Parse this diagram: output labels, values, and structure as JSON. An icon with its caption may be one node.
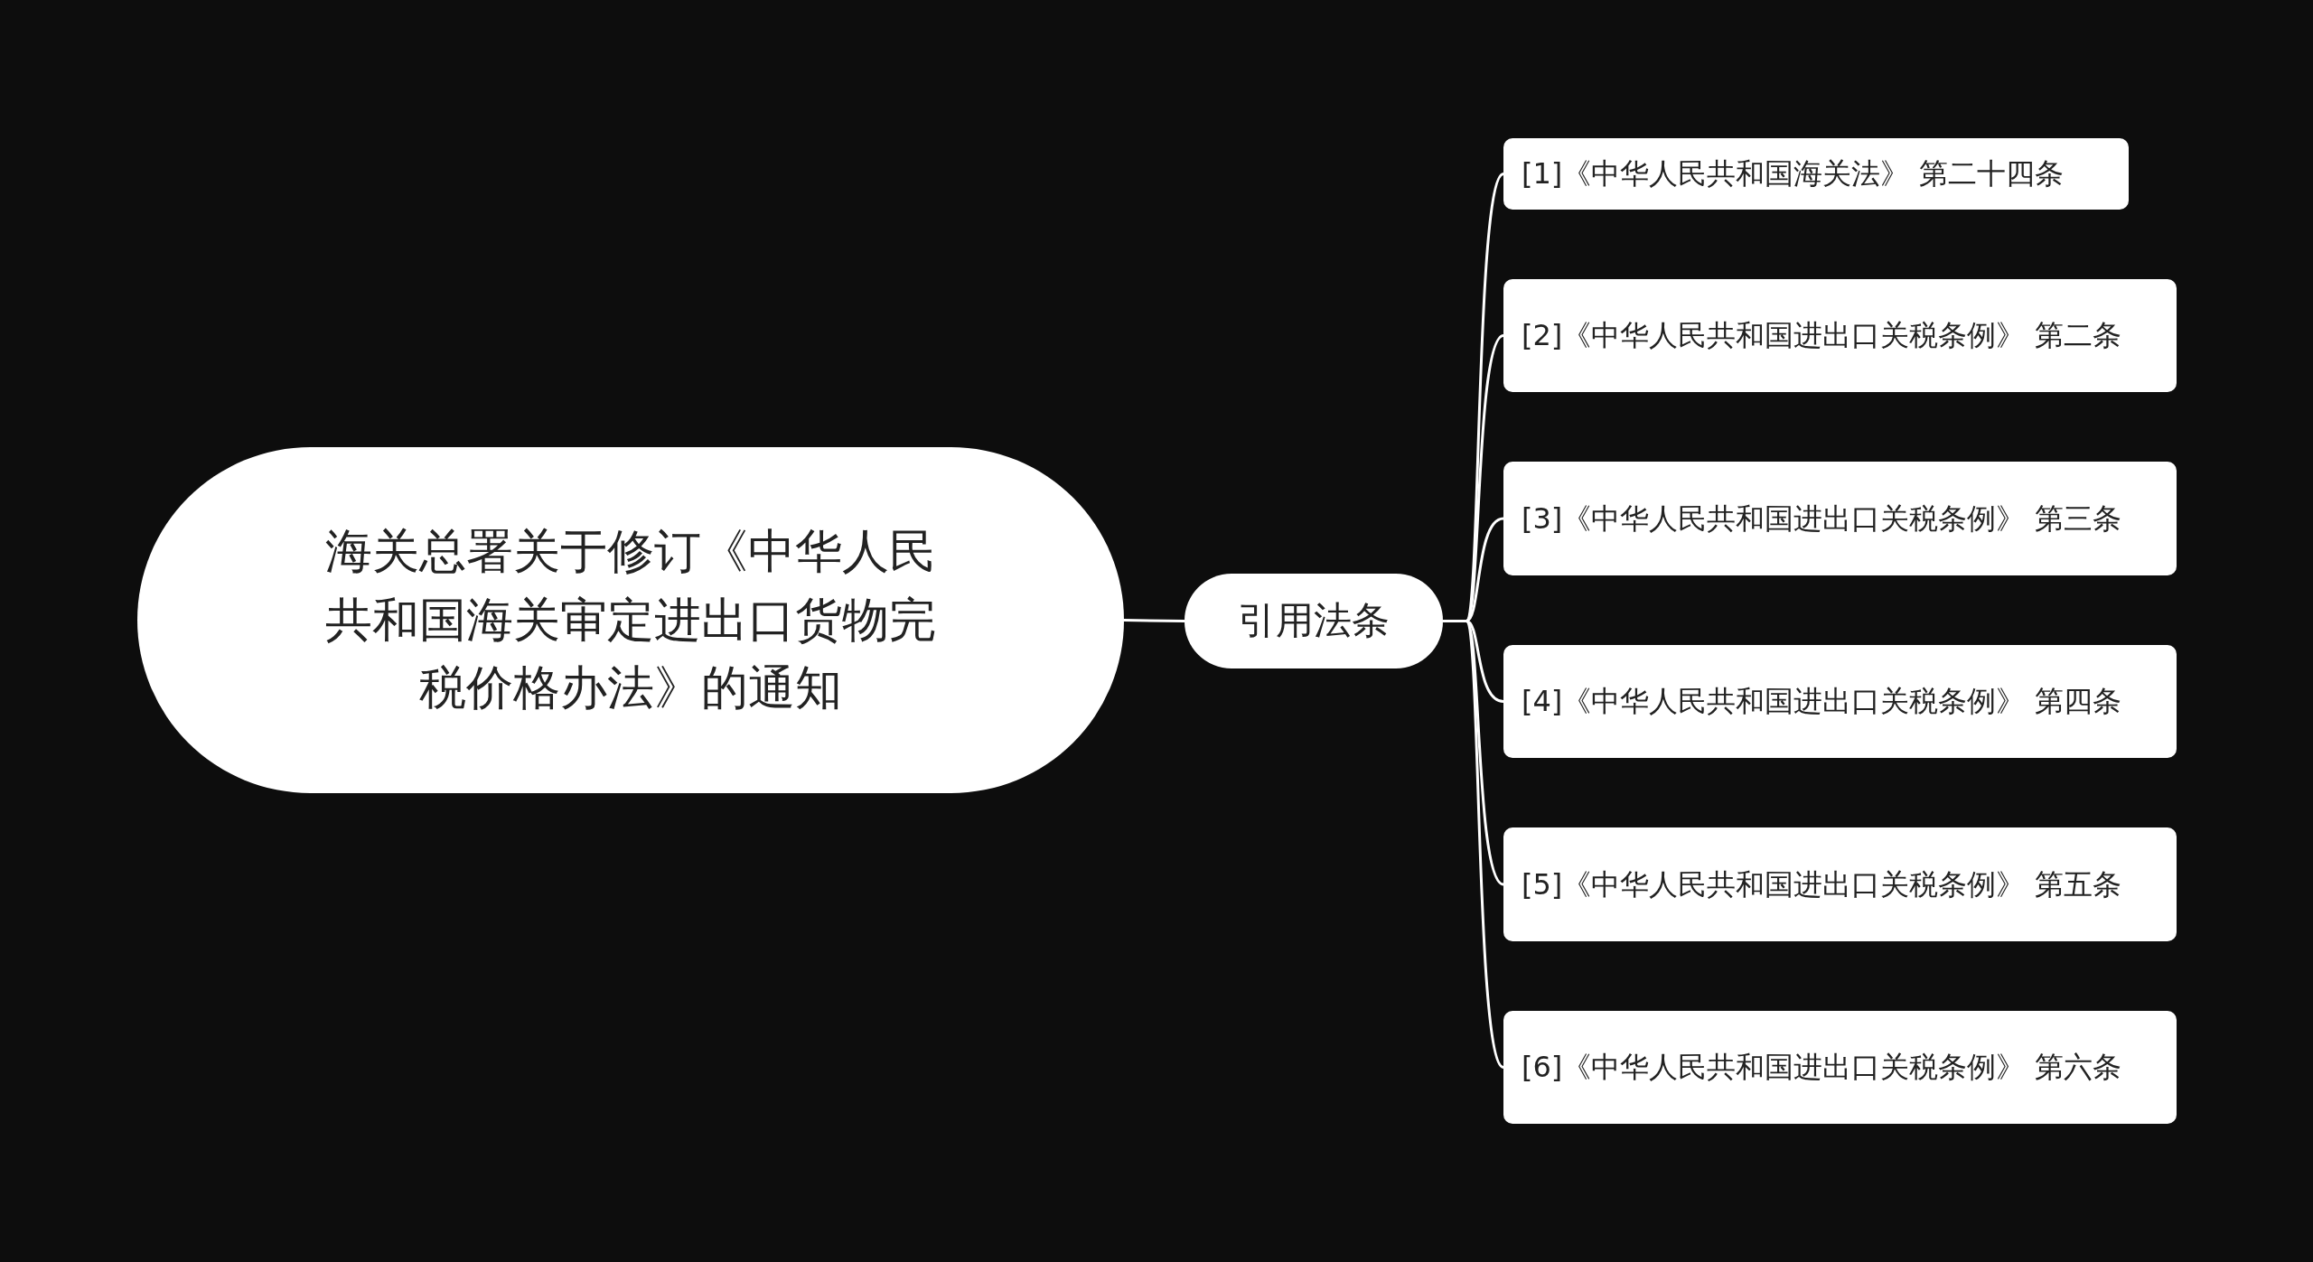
{
  "diagram": {
    "nodes": [
      {
        "text": [
          "海关总署关于修订《中华人民共和国海关审定进出口货物完税价格办法》的通知"
        ]
      },
      {
        "text": [
          "引用法条"
        ]
      },
      {
        "text": [
          "[1]《中华人民共和国海关法》 第二十四条"
        ]
      },
      {
        "text": [
          "[2]《中华人民共和国进出口关税条例》 第二条"
        ]
      },
      {
        "text": [
          "[3]《中华人民共和国进出口关税条例》 第三条"
        ]
      },
      {
        "text": [
          "[4]《中华人民共和国进出口关税条例》 第四条"
        ]
      },
      {
        "text": [
          "[5]《中华人民共和国进出口关税条例》 第五条"
        ]
      },
      {
        "text": [
          "[6]《中华人民共和国进出口关税条例》 第六条"
        ]
      }
    ],
    "edges": [
      {
        "from": 0,
        "to": 1,
        "arrow": "none"
      },
      {
        "from": 1,
        "to": 2,
        "arrow": "none"
      },
      {
        "from": 1,
        "to": 3,
        "arrow": "none"
      },
      {
        "from": 1,
        "to": 4,
        "arrow": "none"
      },
      {
        "from": 1,
        "to": 5,
        "arrow": "none"
      },
      {
        "from": 1,
        "to": 6,
        "arrow": "none"
      },
      {
        "from": 1,
        "to": 7,
        "arrow": "none"
      }
    ]
  }
}
